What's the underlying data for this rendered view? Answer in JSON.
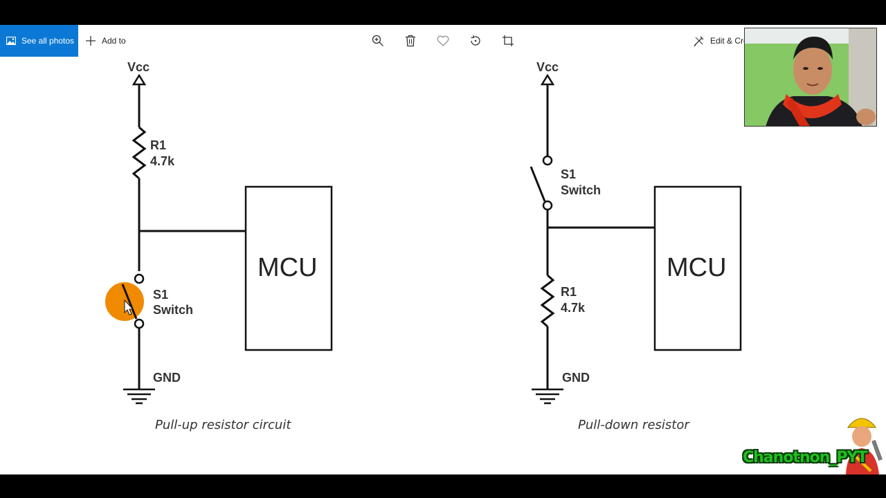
{
  "toolbar": {
    "see_all_photos": "See all photos",
    "add_to": "Add to",
    "edit_create": "Edit & Cre",
    "icons": [
      "zoom-in-icon",
      "delete-icon",
      "favorite-icon",
      "rotate-icon",
      "crop-icon"
    ]
  },
  "pullup": {
    "vcc": "Vcc",
    "r1_name": "R1",
    "r1_value": "4.7k",
    "mcu": "MCU",
    "s1_name": "S1",
    "s1_label": "Switch",
    "gnd": "GND",
    "caption": "Pull-up resistor circuit"
  },
  "pulldown": {
    "vcc": "Vcc",
    "s1_name": "S1",
    "s1_label": "Switch",
    "mcu": "MCU",
    "r1_name": "R1",
    "r1_value": "4.7k",
    "gnd": "GND",
    "caption": "Pull-down resistor"
  },
  "watermark": {
    "text": "Chanotnon_PYT"
  },
  "colors": {
    "accent": "#0a78d4",
    "cursor_highlight": "#f08a00",
    "watermark_green": "#1fbf1f"
  }
}
